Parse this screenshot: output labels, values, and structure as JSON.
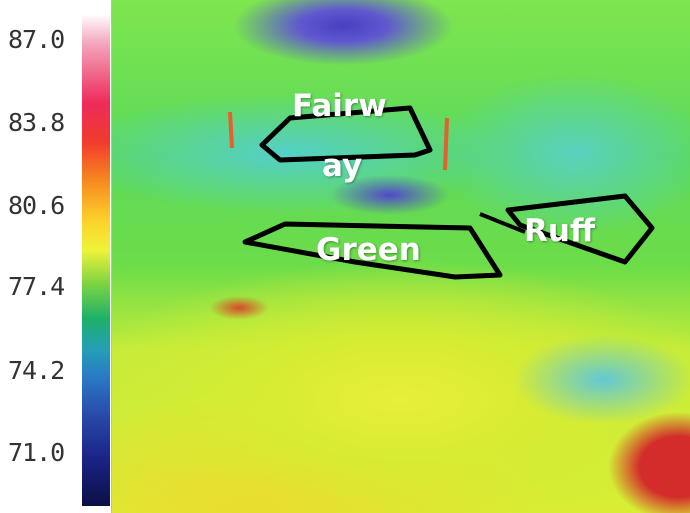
{
  "scale": {
    "ticks": [
      "87.0",
      "83.8",
      "80.6",
      "77.4",
      "74.2",
      "71.0"
    ]
  },
  "labels": {
    "fairway_line1": "Fairw",
    "fairway_line2": "ay",
    "green": "Green",
    "ruff": "Ruff"
  },
  "colors": {
    "hot": "#ee2b5a",
    "cold": "#0b0f45",
    "outline": "#000000"
  }
}
